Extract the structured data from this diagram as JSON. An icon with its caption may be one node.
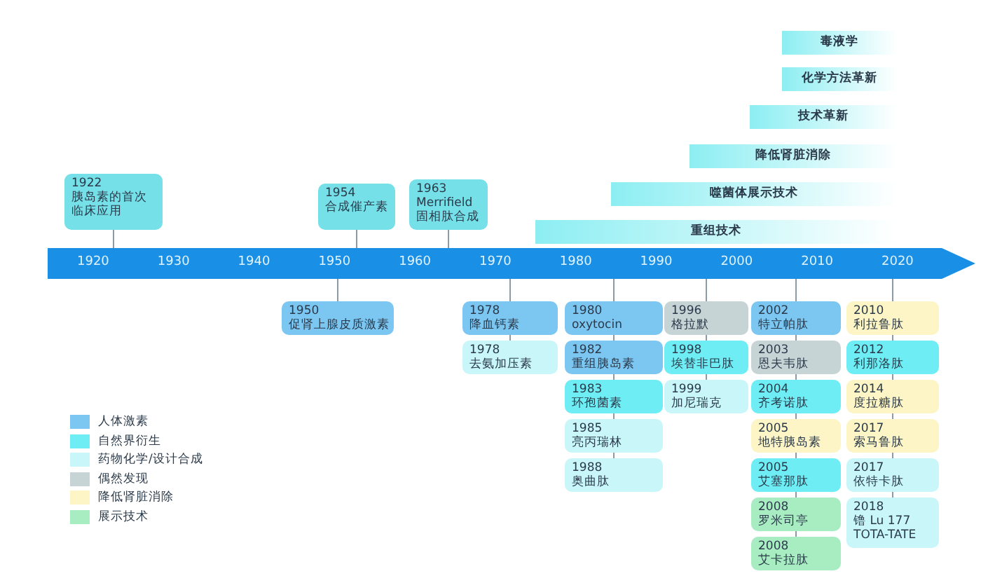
{
  "diagram": {
    "nodes": [
      {
        "text": [
          "1922",
          "胰岛素的首次临床应用"
        ]
      },
      {
        "text": [
          "1954",
          "合成催产素"
        ]
      },
      {
        "text": [
          "1963",
          "Merrifield 固相肽合成"
        ]
      },
      {
        "text": [
          "毒液学"
        ]
      },
      {
        "text": [
          "化学方法革新"
        ]
      },
      {
        "text": [
          "技术革新"
        ]
      },
      {
        "text": [
          "降低肾脏消除"
        ]
      },
      {
        "text": [
          "噬菌体展示技术"
        ]
      },
      {
        "text": [
          "重组技术"
        ]
      },
      {
        "text": [
          "1950",
          "促肾上腺皮质激素"
        ]
      },
      {
        "text": [
          "1978",
          "降血钙素"
        ]
      },
      {
        "text": [
          "1978",
          "去氨加压素"
        ]
      },
      {
        "text": [
          "1980",
          "oxytocin"
        ]
      },
      {
        "text": [
          "1982",
          "重组胰岛素"
        ]
      },
      {
        "text": [
          "1983",
          "环孢菌素"
        ]
      },
      {
        "text": [
          "1985",
          "亮丙瑞林"
        ]
      },
      {
        "text": [
          "1988",
          "奥曲肽"
        ]
      },
      {
        "text": [
          "1996",
          "格拉默"
        ]
      },
      {
        "text": [
          "1998",
          "埃替非巴肽"
        ]
      },
      {
        "text": [
          "1999",
          "加尼瑞克"
        ]
      },
      {
        "text": [
          "2002",
          "特立帕肽"
        ]
      },
      {
        "text": [
          "2003",
          "恩夫韦肽"
        ]
      },
      {
        "text": [
          "2004",
          "齐考诺肽"
        ]
      },
      {
        "text": [
          "2005",
          "地特胰岛素"
        ]
      },
      {
        "text": [
          "2005",
          "艾塞那肽"
        ]
      },
      {
        "text": [
          "2008",
          "罗米司亭"
        ]
      },
      {
        "text": [
          "2008",
          "艾卡拉肽"
        ]
      },
      {
        "text": [
          "2010",
          "利拉鲁肽"
        ]
      },
      {
        "text": [
          "2012",
          "利那洛肽"
        ]
      },
      {
        "text": [
          "2014",
          "度拉糖肽"
        ]
      },
      {
        "text": [
          "2017",
          "索马鲁肽"
        ]
      },
      {
        "text": [
          "2017",
          "依特卡肽"
        ]
      },
      {
        "text": [
          "2018",
          "镥 Lu 177 TOTA-TATE"
        ]
      },
      {
        "text": [
          "1920",
          "1930",
          "1940",
          "1950",
          "1960",
          "1970",
          "1980",
          "1990",
          "2000",
          "2010",
          "2020"
        ]
      }
    ],
    "edges": [
      {
        "from": 0,
        "to": 33,
        "arrow": "none"
      },
      {
        "from": 1,
        "to": 33,
        "arrow": "none"
      },
      {
        "from": 2,
        "to": 33,
        "arrow": "none"
      },
      {
        "from": 33,
        "to": 9,
        "arrow": "none"
      },
      {
        "from": 33,
        "to": 10,
        "arrow": "none"
      },
      {
        "from": 10,
        "to": 11,
        "arrow": "none"
      },
      {
        "from": 33,
        "to": 12,
        "arrow": "none"
      },
      {
        "from": 12,
        "to": 13,
        "arrow": "none"
      },
      {
        "from": 13,
        "to": 14,
        "arrow": "none"
      },
      {
        "from": 14,
        "to": 15,
        "arrow": "none"
      },
      {
        "from": 15,
        "to": 16,
        "arrow": "none"
      },
      {
        "from": 33,
        "to": 17,
        "arrow": "none"
      },
      {
        "from": 17,
        "to": 18,
        "arrow": "none"
      },
      {
        "from": 18,
        "to": 19,
        "arrow": "none"
      },
      {
        "from": 33,
        "to": 20,
        "arrow": "none"
      },
      {
        "from": 20,
        "to": 21,
        "arrow": "none"
      },
      {
        "from": 21,
        "to": 22,
        "arrow": "none"
      },
      {
        "from": 22,
        "to": 23,
        "arrow": "none"
      },
      {
        "from": 23,
        "to": 24,
        "arrow": "none"
      },
      {
        "from": 24,
        "to": 25,
        "arrow": "none"
      },
      {
        "from": 25,
        "to": 26,
        "arrow": "none"
      },
      {
        "from": 33,
        "to": 27,
        "arrow": "none"
      },
      {
        "from": 27,
        "to": 28,
        "arrow": "none"
      },
      {
        "from": 28,
        "to": 29,
        "arrow": "none"
      },
      {
        "from": 29,
        "to": 30,
        "arrow": "none"
      },
      {
        "from": 30,
        "to": 31,
        "arrow": "none"
      },
      {
        "from": 31,
        "to": 32,
        "arrow": "none"
      }
    ],
    "legend": [
      {
        "text": "人体激素",
        "color": "#7cc6f2"
      },
      {
        "text": "自然界衍生",
        "color": "#6eeef4"
      },
      {
        "text": "药物化学/设计合成",
        "color": "#c9f7f9"
      },
      {
        "text": "偶然发现",
        "color": "#c6d4d6"
      },
      {
        "text": "降低肾脏消除",
        "color": "#fdf5c6"
      },
      {
        "text": "展示技术",
        "color": "#a8ecc2"
      }
    ]
  }
}
